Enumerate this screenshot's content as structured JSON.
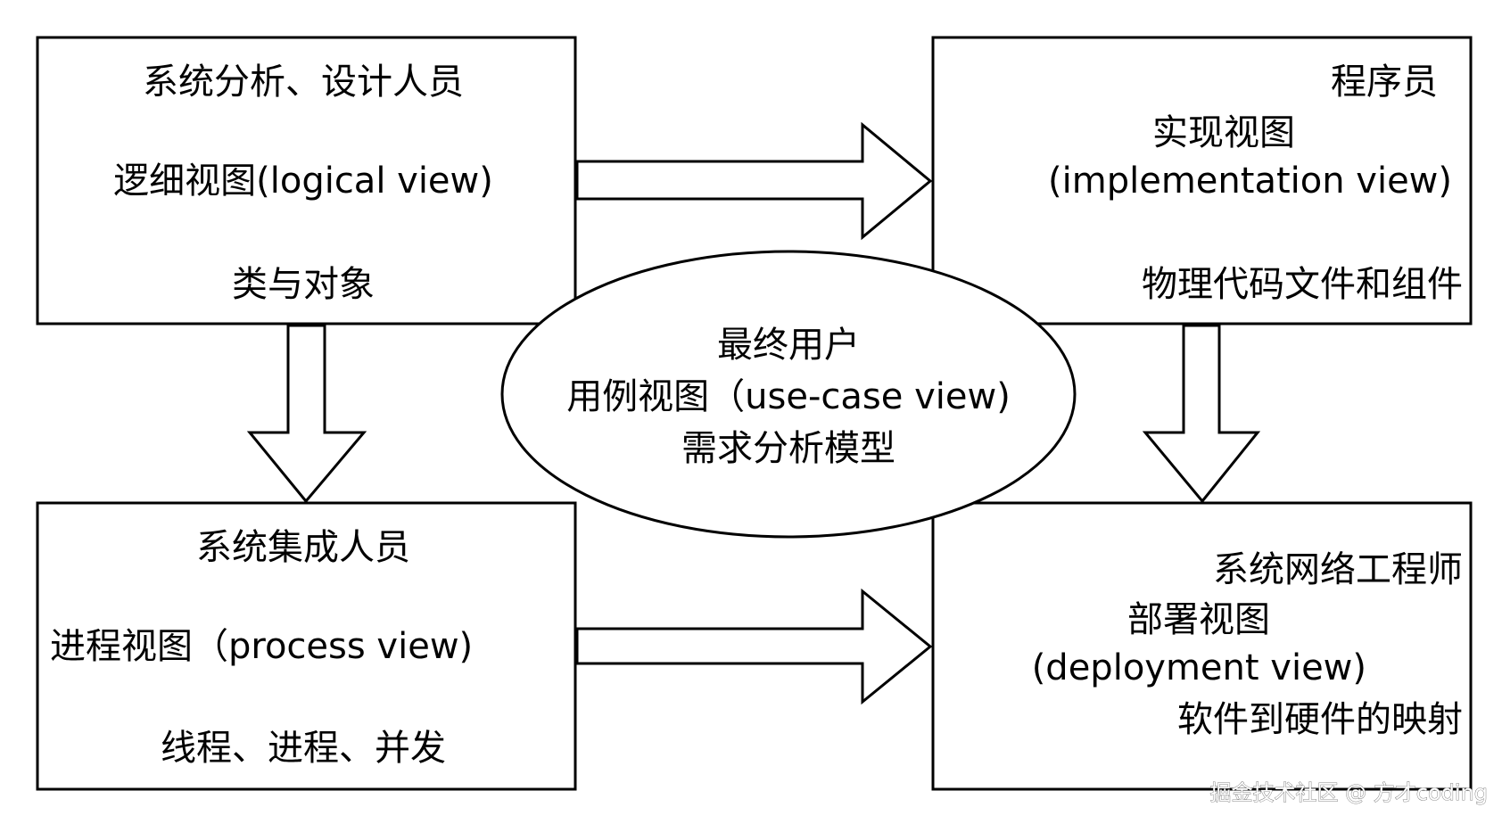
{
  "diagram": {
    "logical_box": {
      "role": "系统分析、设计人员",
      "view": "逻细视图(logical view)",
      "content": "类与对象"
    },
    "implementation_box": {
      "role": "程序员",
      "view_line1": "实现视图",
      "view_line2": "(implementation view)",
      "content": "物理代码文件和组件"
    },
    "process_box": {
      "role": "系统集成人员",
      "view": "进程视图（process view)",
      "content": "线程、进程、并发"
    },
    "deployment_box": {
      "role": "系统网络工程师",
      "view_line1": "部署视图",
      "view_line2": "(deployment view)",
      "content": "软件到硬件的映射"
    },
    "usecase_ellipse": {
      "line1": "最终用户",
      "line2": "用例视图（use-case view)",
      "line3": "需求分析模型"
    }
  },
  "watermark": "掘金技术社区 @ 方才coding"
}
